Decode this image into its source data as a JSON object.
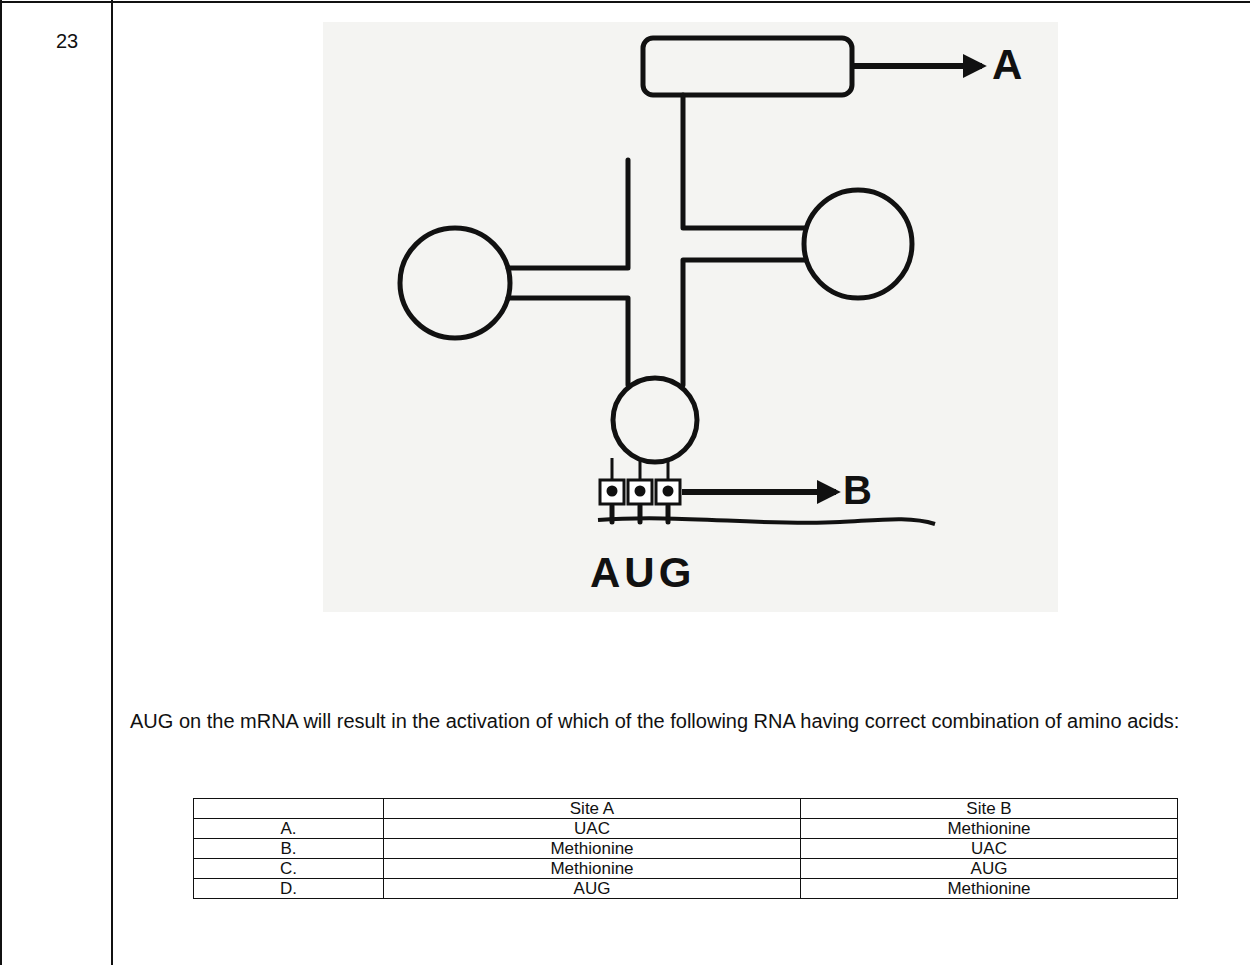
{
  "diagram": {
    "labels": [
      "23",
      "A",
      "B",
      "AUG",
      "AUG on the mRNA will result in the activation of which of the following RNA having correct combination of amino acids:",
      "Site A",
      "Site B",
      "A.",
      "UAC",
      "Methionine",
      "B.",
      "Methionine",
      "UAC",
      "C.",
      "Methionine",
      "AUG",
      "D.",
      "AUG",
      "Methionine"
    ]
  }
}
